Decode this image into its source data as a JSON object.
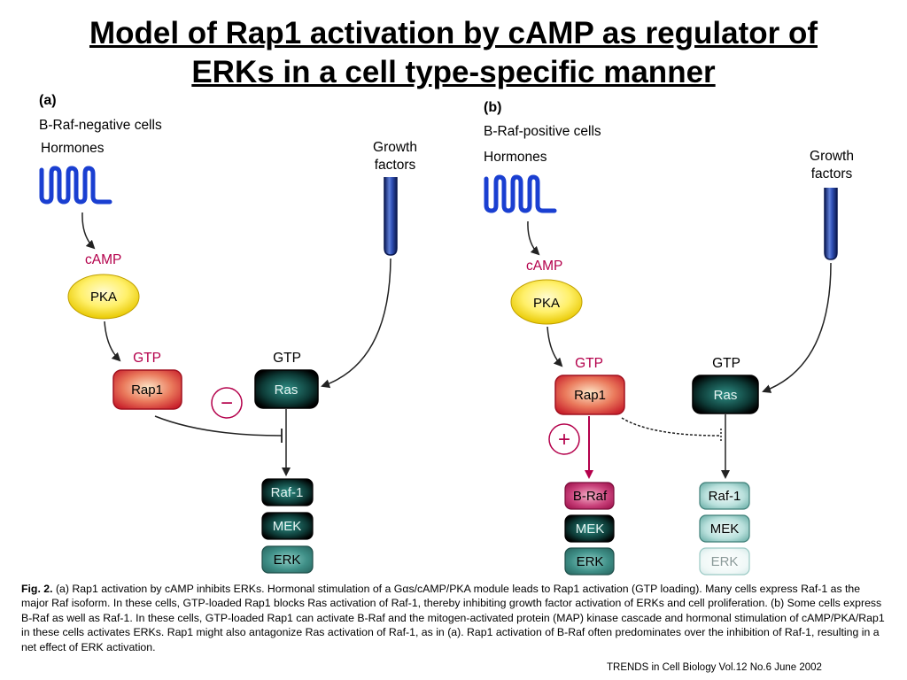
{
  "title": {
    "line1": "Model of Rap1 activation by cAMP as regulator of",
    "line2": "ERKs in a cell type-specific manner"
  },
  "panel_a": {
    "letter": "(a)",
    "cell_type": "B-Raf-negative cells",
    "hormones": "Hormones",
    "growth_line1": "Growth",
    "growth_line2": "factors",
    "camp": "cAMP",
    "pka": "PKA",
    "gtp_rap1": "GTP",
    "gtp_ras": "GTP",
    "rap1": "Rap1",
    "ras": "Ras",
    "sign": "−",
    "raf1": "Raf-1",
    "mek": "MEK",
    "erk": "ERK"
  },
  "panel_b": {
    "letter": "(b)",
    "cell_type": "B-Raf-positive cells",
    "hormones": "Hormones",
    "growth_line1": "Growth",
    "growth_line2": "factors",
    "camp": "cAMP",
    "pka": "PKA",
    "gtp_rap1": "GTP",
    "gtp_ras": "GTP",
    "rap1": "Rap1",
    "ras": "Ras",
    "sign": "+",
    "braf": "B-Raf",
    "mek_left": "MEK",
    "erk_left": "ERK",
    "raf1": "Raf-1",
    "mek_right": "MEK",
    "erk_right": "ERK"
  },
  "caption": {
    "label": "Fig. 2.",
    "text": "(a) Rap1 activation by cAMP inhibits ERKs. Hormonal stimulation of a Gαs/cAMP/PKA module leads to Rap1 activation (GTP loading). Many cells express Raf-1 as the major Raf isoform. In these cells, GTP-loaded Rap1 blocks Ras activation of Raf-1, thereby inhibiting growth factor activation of ERKs and cell proliferation.  (b) Some cells express B-Raf as well as Raf-1. In these cells, GTP-loaded Rap1 can activate B-Raf and the mitogen-activated protein (MAP) kinase cascade and hormonal stimulation of cAMP/PKA/Rap1 in these cells activates ERKs.   Rap1 might also antagonize Ras activation of Raf-1, as in (a).  Rap1 activation of B-Raf often predominates over the inhibition of Raf-1, resulting in a net effect of ERK activation."
  },
  "source": "TRENDS in Cell Biology Vol.12 No.6 June 2002",
  "colors": {
    "accent_red": "#b4004b",
    "receptor_blue": "#1a3fd1",
    "pka_yellow": "#f5e000",
    "rap1_red": "#d0343a",
    "ras_teal": "#1f5e58",
    "braf_magenta": "#b01e5e"
  }
}
